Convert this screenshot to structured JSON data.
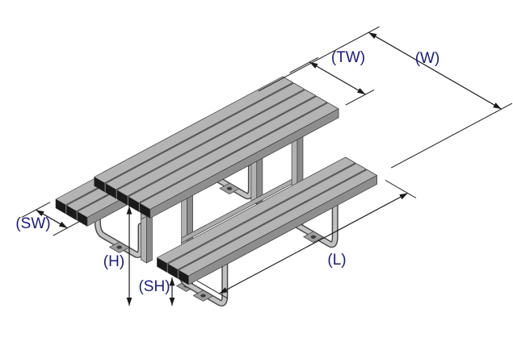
{
  "diagram": {
    "description": "Isometric CAD dimension drawing of a double-sided picnic table with slatted top and two slatted bench seats on a bent-tube steel frame",
    "labels": {
      "tw": "(TW)",
      "w": "(W)",
      "sw": "(SW)",
      "h": "(H)",
      "sh": "(SH)",
      "l": "(L)"
    },
    "colors": {
      "background": "#ffffff",
      "line": "#1a1a1a",
      "label_text": "#1b1b7e",
      "slat_top": "#b4b4b4",
      "slat_side": "#8e8e8e",
      "slat_end_cap": "#1a1a1a",
      "slat_end_face": "#c9c9c9",
      "outline": "#3c3c3c",
      "tube_dark": "#4a4a4a",
      "tube_light": "#c2c2c2",
      "leg_face": "#b2b2b2",
      "leg_side": "#8a8a8a",
      "rail": "#ababab",
      "plate": "#9c9c9c",
      "hole": "#3a3a3a"
    }
  }
}
